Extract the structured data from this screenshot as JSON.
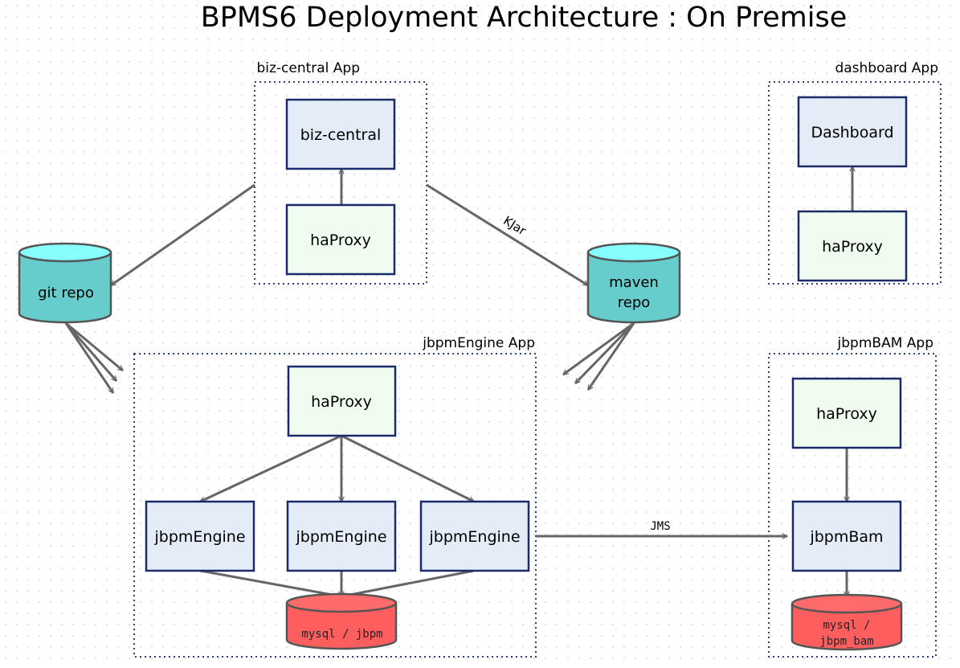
{
  "title": "BPMS6 Deployment Architecture :  On Premise",
  "groups": {
    "biz_central": "biz-central App",
    "dashboard": "dashboard App",
    "jbpm_engine": "jbpmEngine App",
    "jbpm_bam": "jbpmBAM App"
  },
  "nodes": {
    "biz_central": "biz-central",
    "biz_haproxy": "haProxy",
    "dashboard": "Dashboard",
    "dash_haproxy": "haProxy",
    "engine_haproxy": "haProxy",
    "engine_1": "jbpmEngine",
    "engine_2": "jbpmEngine",
    "engine_3": "jbpmEngine",
    "bam_haproxy": "haProxy",
    "jbpm_bam": "jbpmBam",
    "git_repo": "git repo",
    "maven_repo_l1": "maven",
    "maven_repo_l2": "repo",
    "mysql_jbpm": "mysql / jbpm",
    "mysql_bam_l1": "mysql /",
    "mysql_bam_l2": "jbpm_bam"
  },
  "edges": {
    "kjar": "KJar",
    "jms": "JMS"
  },
  "colors": {
    "service_box": "#e3ecf7",
    "proxy_box": "#f0fcef",
    "repo_cylinder": "#66cccc",
    "db_cylinder": "#ff5e5e",
    "border": "#1a2a6b",
    "arrow": "#666666"
  }
}
